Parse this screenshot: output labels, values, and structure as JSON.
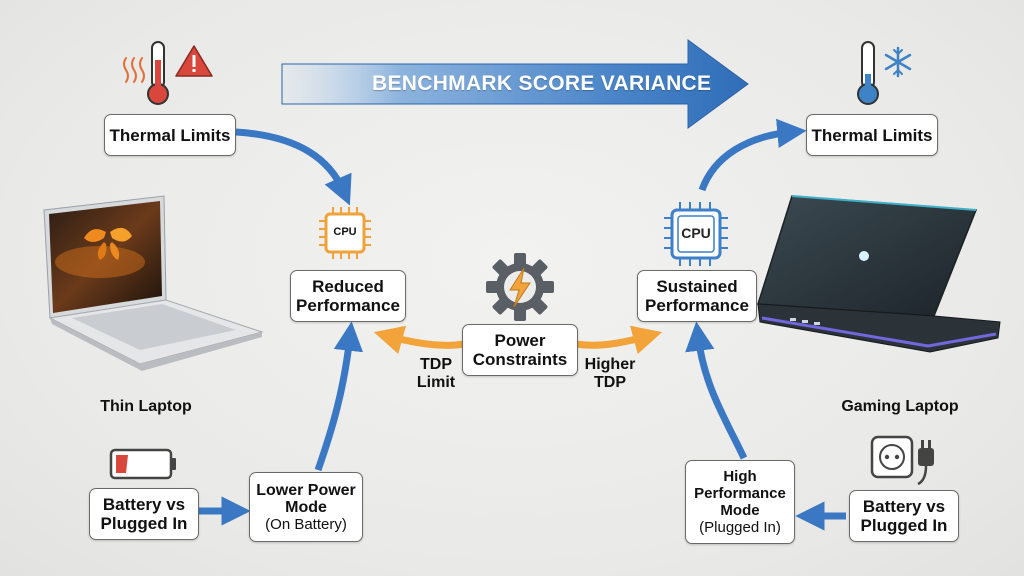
{
  "banner": {
    "text": "BENCHMARK SCORE VARIANCE"
  },
  "left": {
    "thermal": "Thermal Limits",
    "cpu_chip": "CPU",
    "performance_line1": "Reduced",
    "performance_line2": "Performance",
    "laptop_label": "Thin Laptop",
    "battery_line1": "Battery vs",
    "battery_line2": "Plugged In",
    "mode_line1": "Lower Power",
    "mode_line2": "Mode",
    "mode_sub": "(On Battery)"
  },
  "center": {
    "power_line1": "Power",
    "power_line2": "Constraints",
    "tdp_left_line1": "TDP",
    "tdp_left_line2": "Limit",
    "tdp_right_line1": "Higher",
    "tdp_right_line2": "TDP"
  },
  "right": {
    "thermal": "Thermal Limits",
    "cpu_chip": "CPU",
    "performance_line1": "Sustained",
    "performance_line2": "Performance",
    "laptop_label": "Gaming Laptop",
    "battery_line1": "Battery vs",
    "battery_line2": "Plugged In",
    "mode_line1": "High",
    "mode_line2": "Performance",
    "mode_line3": "Mode",
    "mode_sub": "(Plugged In)"
  },
  "colors": {
    "blue_arrow": "#3b78c4",
    "orange_arrow": "#f2a33a",
    "cpu_orange": "#f0a23a",
    "cpu_blue": "#3d7fc8",
    "thermometer_red": "#d9463c",
    "thermometer_blue": "#3d83c6",
    "gear": "#5a5f66",
    "bolt": "#f2a33a"
  },
  "icons": [
    "heat-waves-icon",
    "thermometer-icon",
    "warning-icon",
    "snowflake-icon",
    "cpu-icon",
    "gear-bolt-icon",
    "low-battery-icon",
    "wall-outlet-plug-icon",
    "thin-laptop-image",
    "gaming-laptop-image"
  ]
}
